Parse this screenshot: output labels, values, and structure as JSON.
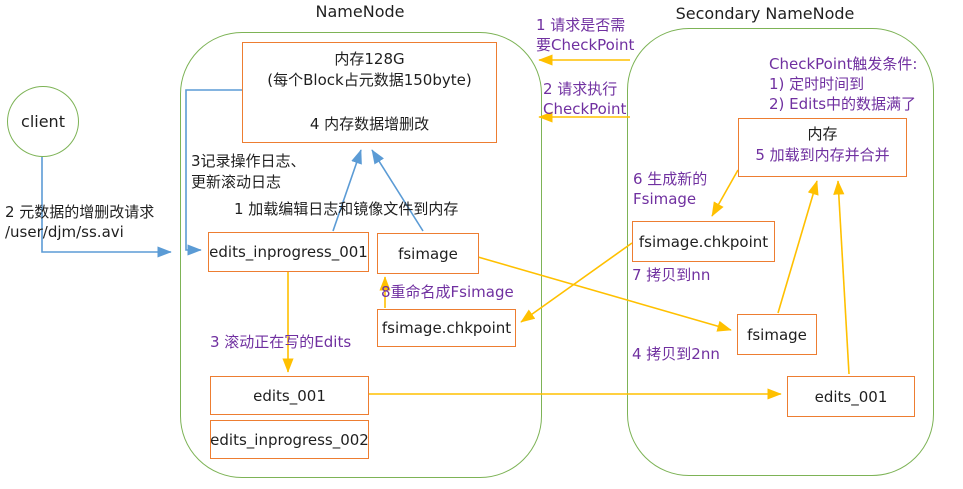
{
  "titles": {
    "namenode": "NameNode",
    "secondary": "Secondary NameNode",
    "client": "client"
  },
  "namenode": {
    "memory_line1": "内存128G",
    "memory_line2": "(每个Block占元数据150byte)",
    "memory_line3": "4 内存数据增删改",
    "edits_inprogress_001": "edits_inprogress_001",
    "fsimage": "fsimage",
    "fsimage_chkpoint": "fsimage.chkpoint",
    "edits_001": "edits_001",
    "edits_inprogress_002": "edits_inprogress_002"
  },
  "secondary": {
    "memory_title": "内存",
    "memory_sub": "5 加载到内存并合并",
    "trigger_line1": "CheckPoint触发条件:",
    "trigger_line2": "1) 定时时间到",
    "trigger_line3": "2) Edits中的数据满了",
    "fsimage_chkpoint": "fsimage.chkpoint",
    "fsimage": "fsimage",
    "edits_001": "edits_001"
  },
  "annotations": {
    "req_check_line1": "1 请求是否需",
    "req_check_line2": "要CheckPoint",
    "req_exec_line1": "2 请求执行",
    "req_exec_line2": "CheckPoint",
    "client_request_line1": "2 元数据的增删改请求",
    "client_request_line2": "/user/djm/ss.avi",
    "log_line1": "3记录操作日志、",
    "log_line2": "更新滚动日志",
    "load_to_memory": "1 加载编辑日志和镜像文件到内存",
    "roll_edits": "3 滚动正在写的Edits",
    "rename_fsimage": "8重命名成Fsimage",
    "generate_line1": "6 生成新的",
    "generate_line2": "Fsimage",
    "copy_to_nn": "7 拷贝到nn",
    "copy_to_2nn": "4 拷贝到2nn"
  },
  "colors": {
    "container_green": "#7db356",
    "box_orange": "#ED7D31",
    "arrow_yellow": "#FFC000",
    "arrow_blue": "#5B9BD5",
    "label_purple": "#7030A0",
    "text_black": "#1f1f1f"
  }
}
